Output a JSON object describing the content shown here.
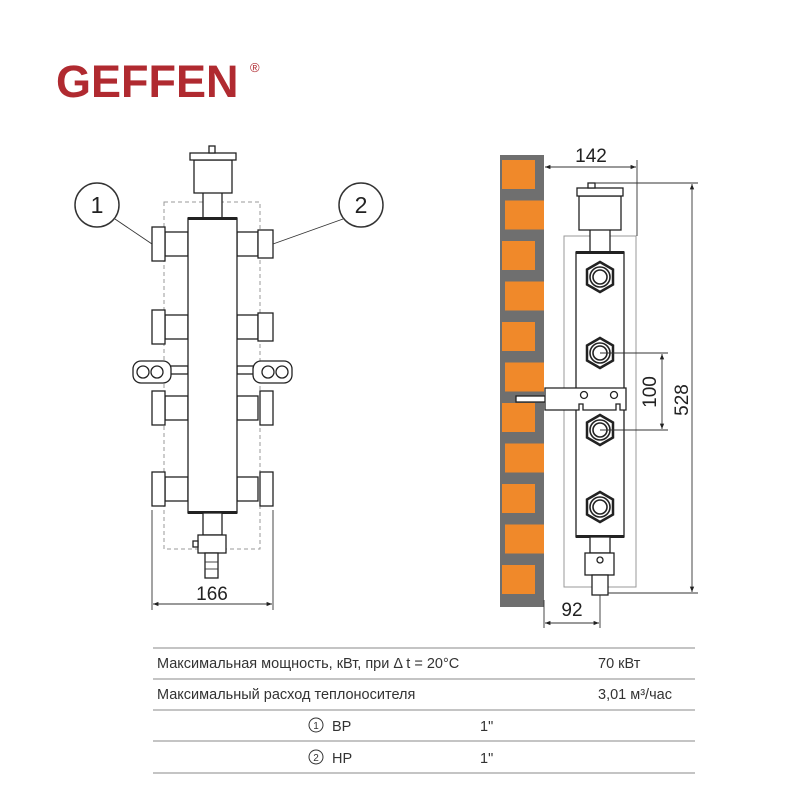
{
  "brand": {
    "logo_text": "GEFFEN",
    "registered_mark": "®",
    "color": "#b02a30"
  },
  "callouts": {
    "one": "1",
    "two": "2"
  },
  "dimensions": {
    "front_width": "166",
    "depth_total": "142",
    "height_total": "528",
    "spacing": "100",
    "wall_offset": "92"
  },
  "colors": {
    "brick": "#f0892a",
    "mortar": "#6f6f6f"
  },
  "specs": {
    "rows": [
      {
        "label": "Максимальная мощность, кВт, при Δ t = 20°С",
        "value": "70 кВт"
      },
      {
        "label": "Максимальный расход теплоносителя",
        "value": "3,01 м³/час"
      }
    ],
    "connections": [
      {
        "num": "1",
        "type": "ВР",
        "size": "1\""
      },
      {
        "num": "2",
        "type": "НР",
        "size": "1\""
      }
    ]
  }
}
